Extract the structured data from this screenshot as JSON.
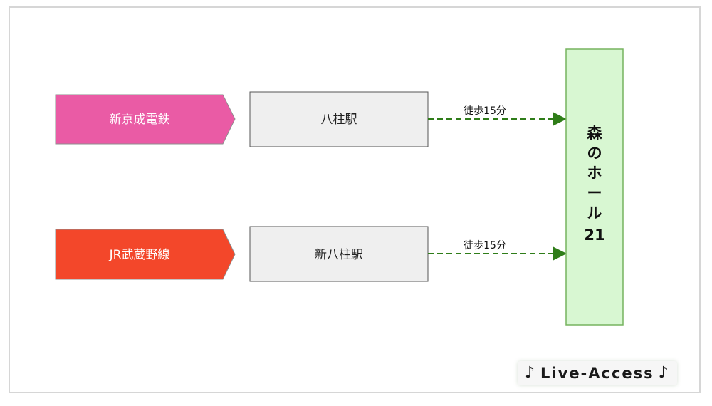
{
  "diagram": {
    "colors": {
      "frame_border": "#d6d6d6",
      "line_1": "#ea5ba5",
      "line_2": "#f3472a",
      "station_fill": "#efefef",
      "station_border": "#555555",
      "destination_fill": "#d8f7d2",
      "destination_border": "#76b35f",
      "arrow": "#2f7d19"
    },
    "routes": [
      {
        "line_label": "新京成電鉄",
        "station_label": "八柱駅",
        "walk_label": "徒歩15分"
      },
      {
        "line_label": "JR武蔵野線",
        "station_label": "新八柱駅",
        "walk_label": "徒歩15分"
      }
    ],
    "destination": {
      "lines": [
        "森",
        "の",
        "ホ",
        "ー",
        "ル",
        "21"
      ]
    }
  },
  "footer": {
    "left_icon": "music-note-icon",
    "text": "Live-Access",
    "right_icon": "music-note-icon"
  }
}
